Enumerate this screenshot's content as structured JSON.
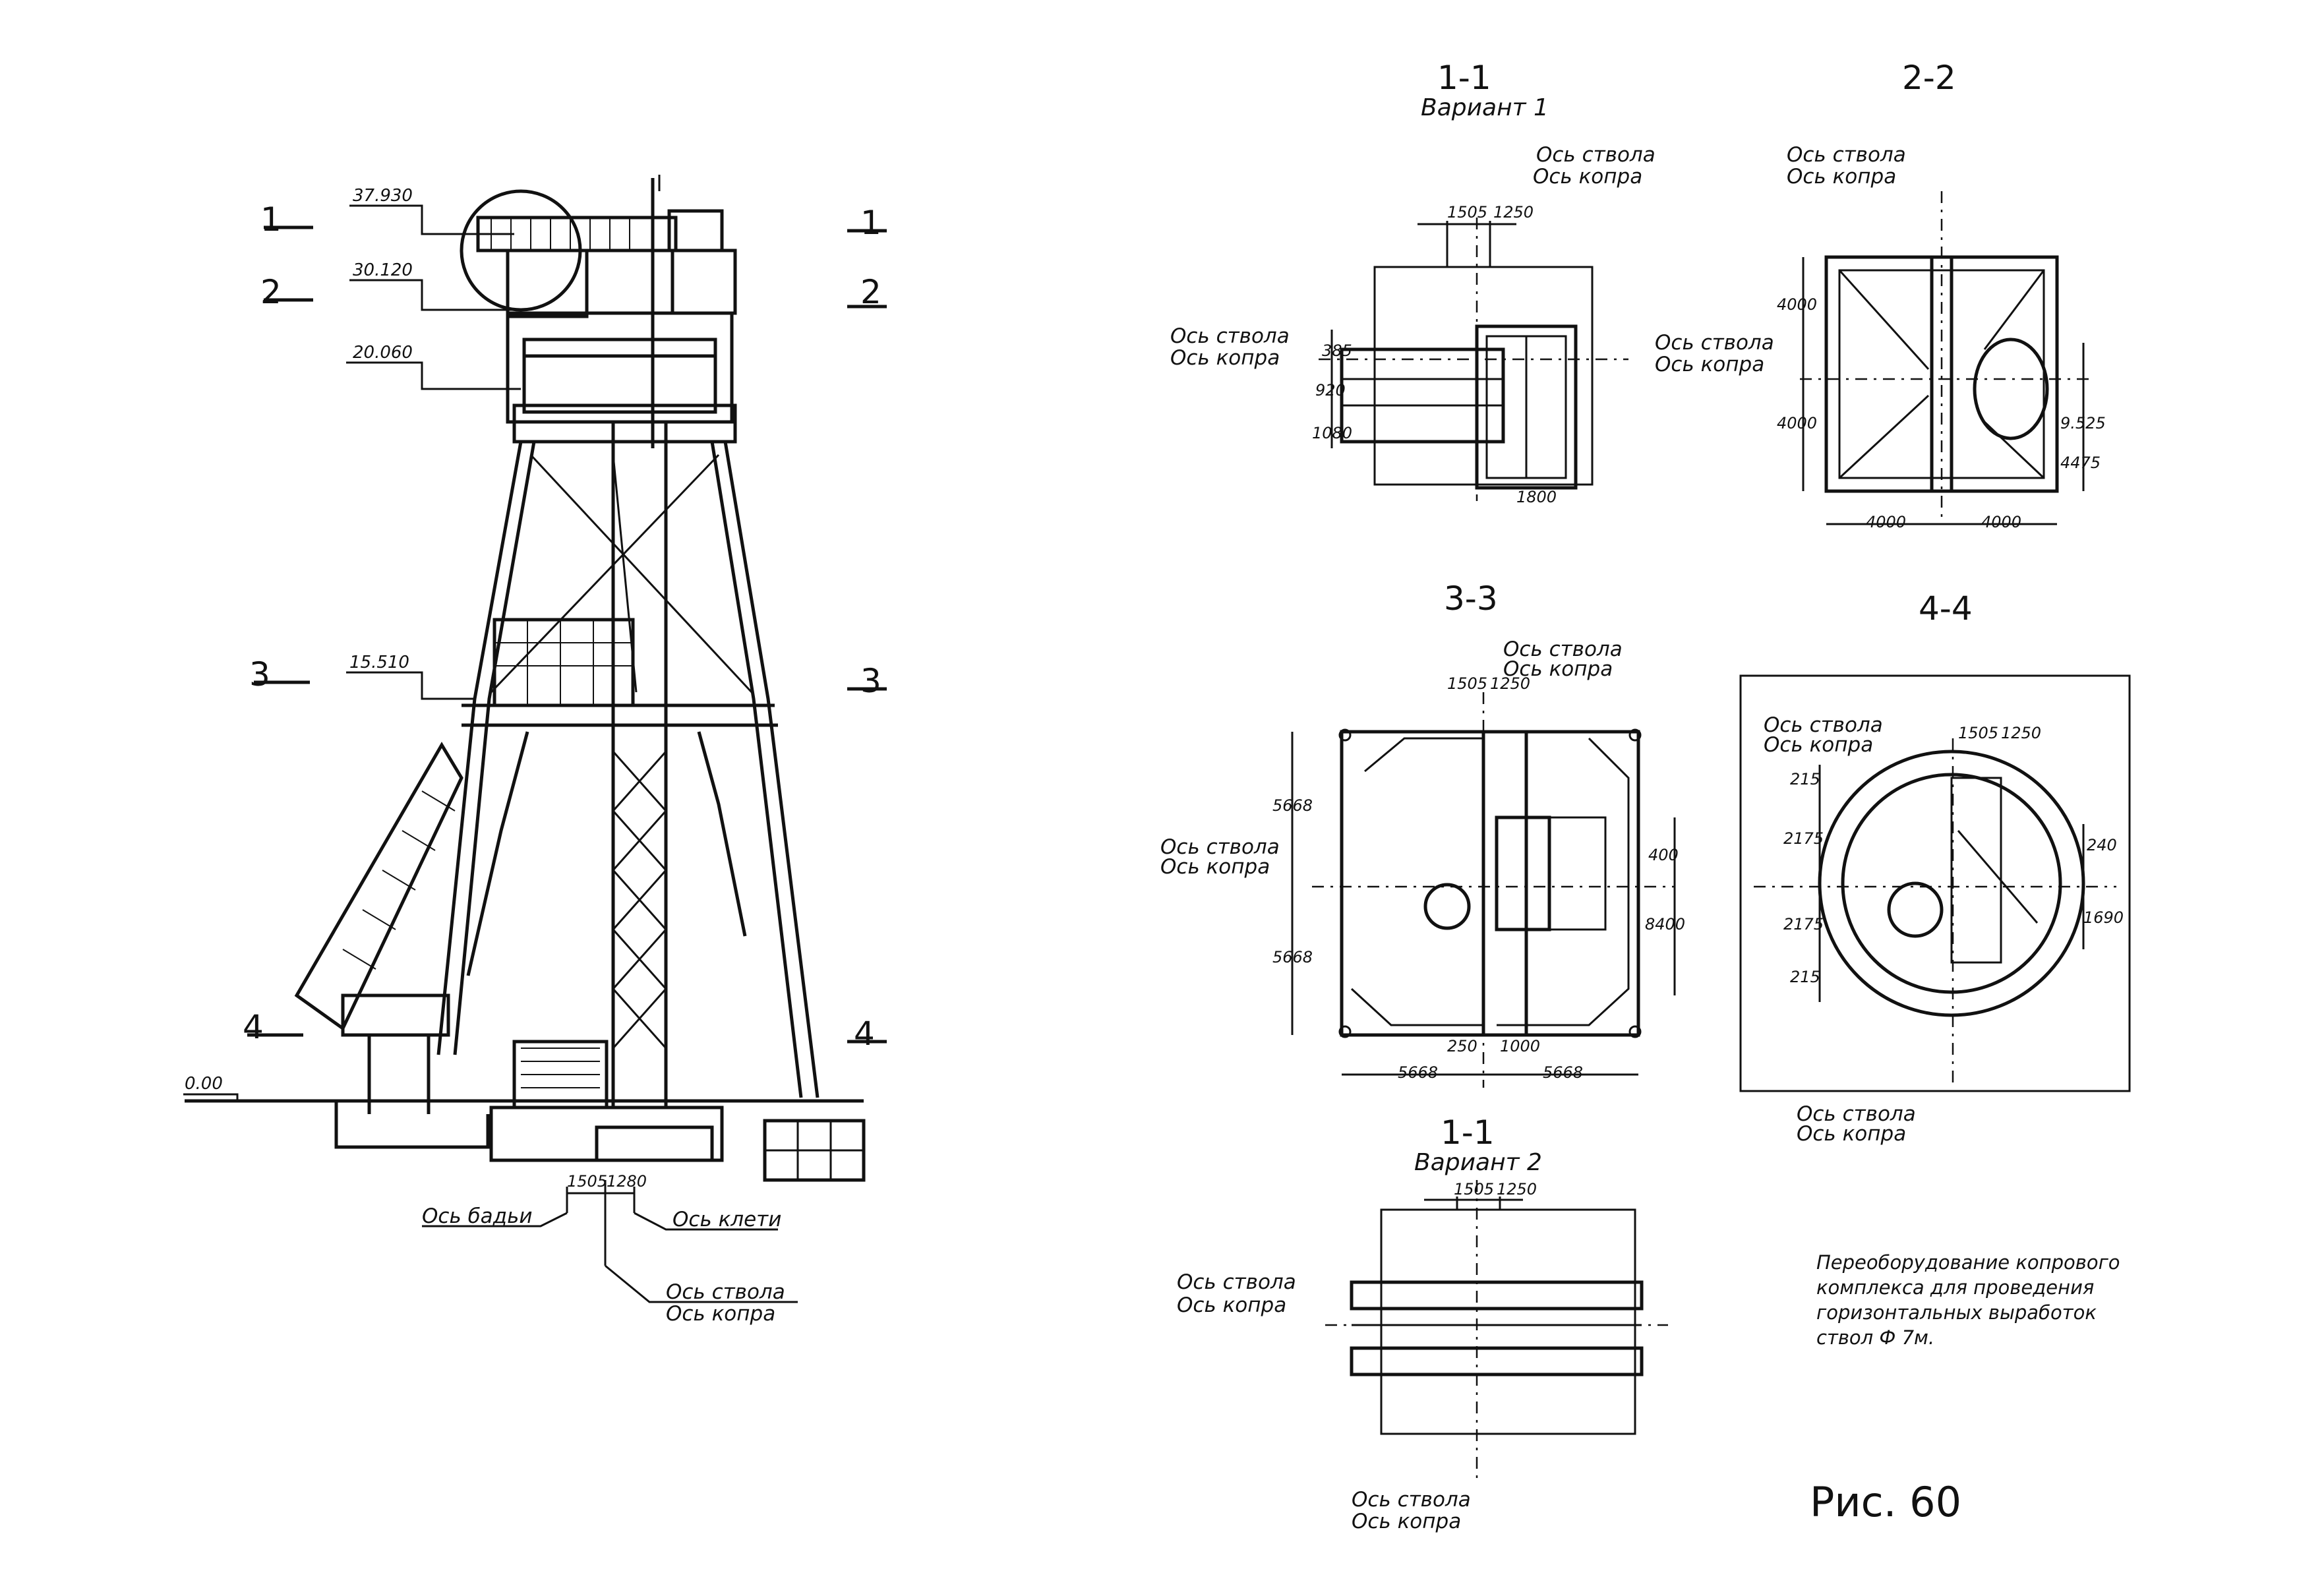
{
  "drawing": {
    "elevation": {
      "levels": [
        "37.930",
        "30.120",
        "20.060",
        "15.510",
        "0.00"
      ],
      "section_marks_left": [
        "1",
        "2",
        "3",
        "4"
      ],
      "section_marks_right": [
        "1",
        "2",
        "3",
        "4"
      ],
      "bottom_dims": [
        "1505",
        "1280"
      ],
      "axis_labels": {
        "bucket": "Ось бадьи",
        "cage": "Ось клети",
        "shaft": "Ось ствола",
        "headframe": "Ось копра"
      }
    },
    "section_1_1_v1": {
      "title": "1-1",
      "variant": "Вариант 1",
      "axis_top": [
        "Ось ствола",
        "Ось копра"
      ],
      "axis_left": [
        "Ось ствола",
        "Ось копра"
      ],
      "dims_top": [
        "1505",
        "1250"
      ],
      "dims_left": [
        "385",
        "920",
        "1080"
      ],
      "dims_bottom": [
        "1800"
      ]
    },
    "section_2_2": {
      "title": "2-2",
      "axis_top": [
        "Ось ствола",
        "Ось копра"
      ],
      "axis_left": [
        "Ось ствола",
        "Ось копра"
      ],
      "dims_left": [
        "4000",
        "4000"
      ],
      "dims_right": [
        "9.525",
        "4475"
      ],
      "dims_bottom": [
        "4000",
        "4000"
      ]
    },
    "section_3_3": {
      "title": "3-3",
      "axis_top": [
        "Ось ствола",
        "Ось копра"
      ],
      "axis_left": [
        "Ось ствола",
        "Ось копра"
      ],
      "dims_top": [
        "1505",
        "1250"
      ],
      "dims_left": [
        "5668",
        "5668"
      ],
      "dims_right": [
        "400",
        "8400"
      ],
      "dims_bottom_inner": [
        "250",
        "1000"
      ],
      "dims_bottom": [
        "5668",
        "5668"
      ]
    },
    "section_4_4": {
      "title": "4-4",
      "axis_top": [
        "Ось ствола",
        "Ось копра"
      ],
      "axis_bottom": [
        "Ось ствола",
        "Ось копра"
      ],
      "dims_top": [
        "1505",
        "1250"
      ],
      "dims_left": [
        "215",
        "2175",
        "2175",
        "215"
      ],
      "dims_right": [
        "240",
        "1690"
      ]
    },
    "section_1_1_v2": {
      "title": "1-1",
      "variant": "Вариант 2",
      "axis_left": [
        "Ось ствола",
        "Ось копра"
      ],
      "axis_bottom": [
        "Ось ствола",
        "Ось копра"
      ],
      "dims_top": [
        "1505",
        "1250"
      ]
    },
    "caption": [
      "Переоборудование копрового",
      "комплекса для проведения",
      "горизонтальных выработок",
      "ствол Ф 7м."
    ],
    "figure_label": "Рис. 60"
  }
}
